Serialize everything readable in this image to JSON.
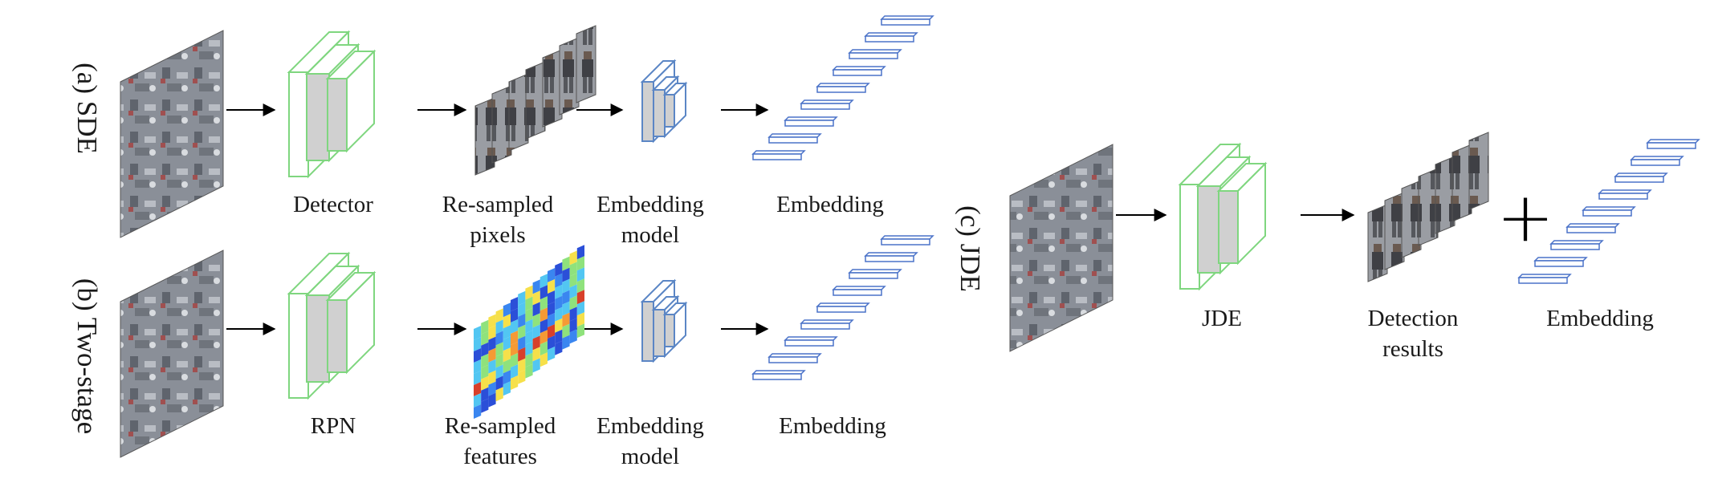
{
  "rows": {
    "sde": {
      "label": "(a) SDE",
      "detector": "Detector",
      "resampled": [
        "Re-sampled",
        "pixels"
      ],
      "embedding_model": [
        "Embedding",
        "model"
      ],
      "embedding": "Embedding"
    },
    "two_stage": {
      "label": "(b) Two-stage",
      "detector": "RPN",
      "resampled": [
        "Re-sampled",
        "features"
      ],
      "embedding_model": [
        "Embedding",
        "model"
      ],
      "embedding": "Embedding"
    },
    "jde": {
      "label": "(c) JDE",
      "detector": "JDE",
      "detections": [
        "Detection",
        "results"
      ],
      "plus": "+",
      "embedding": "Embedding"
    }
  },
  "colors": {
    "network_outline": "#7fd67f",
    "embedding_model_outline": "#5b86c5",
    "embedding_bar_outline": "#4a72c8",
    "block_face": "#d0d0d0",
    "arrow": "#000000"
  },
  "icons": [
    "street-scene-image",
    "person-crop-image",
    "feature-heatmap",
    "embedding-vector-bar"
  ]
}
